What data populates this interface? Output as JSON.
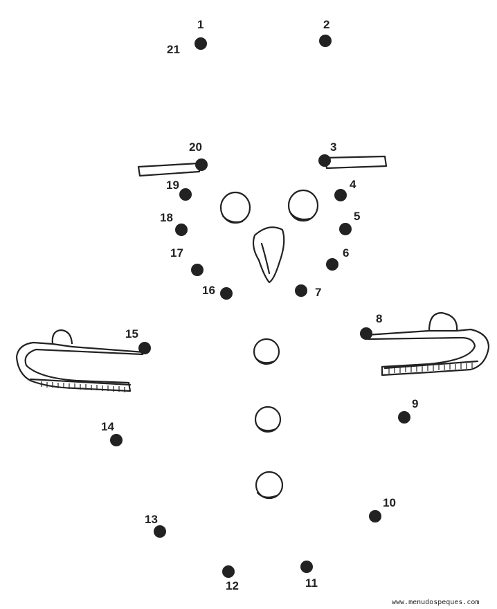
{
  "puzzle": {
    "dots": [
      {
        "label": "1"
      },
      {
        "label": "2"
      },
      {
        "label": "3"
      },
      {
        "label": "4"
      },
      {
        "label": "5"
      },
      {
        "label": "6"
      },
      {
        "label": "7"
      },
      {
        "label": "8"
      },
      {
        "label": "9"
      },
      {
        "label": "10"
      },
      {
        "label": "11"
      },
      {
        "label": "12"
      },
      {
        "label": "13"
      },
      {
        "label": "14"
      },
      {
        "label": "15"
      },
      {
        "label": "16"
      },
      {
        "label": "17"
      },
      {
        "label": "18"
      },
      {
        "label": "19"
      },
      {
        "label": "20"
      },
      {
        "label": "21"
      }
    ]
  },
  "credit": "www.menudospeques.com",
  "colors": {
    "ink": "#222222",
    "paper": "#ffffff"
  }
}
